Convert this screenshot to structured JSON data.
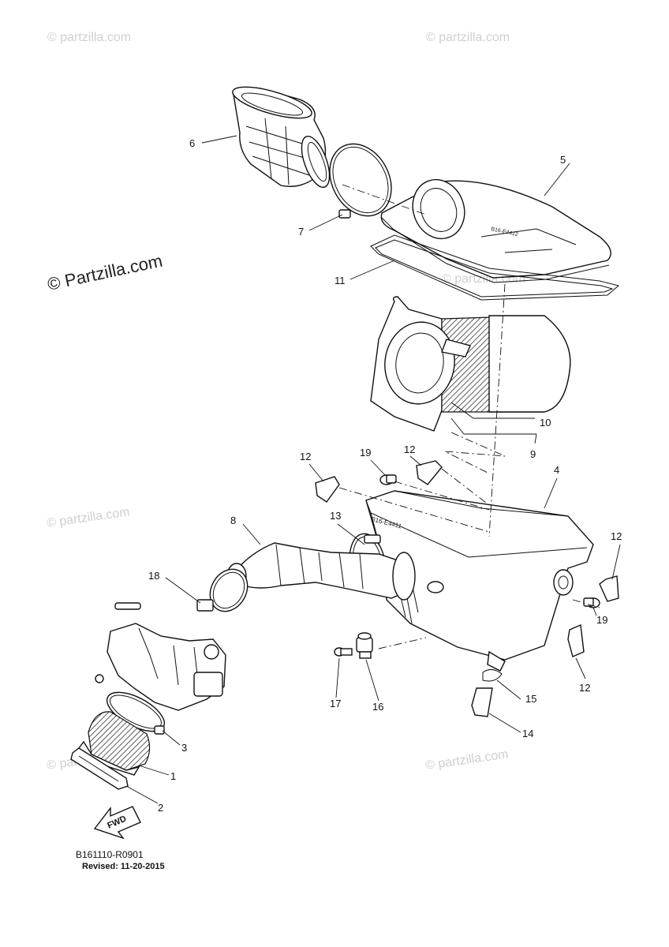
{
  "watermarks": {
    "brand": "© Partzilla.com",
    "small": "© partzilla.com"
  },
  "callouts": [
    "1",
    "2",
    "3",
    "4",
    "5",
    "6",
    "7",
    "8",
    "9",
    "10",
    "11",
    "12",
    "12",
    "12",
    "12",
    "13",
    "14",
    "15",
    "16",
    "17",
    "18",
    "19",
    "19"
  ],
  "box_stamp": "B16-E4411",
  "fwd_label": "FWD",
  "footer": {
    "code": "B161110-R0901",
    "revised": "Revised: 11-20-2015"
  }
}
